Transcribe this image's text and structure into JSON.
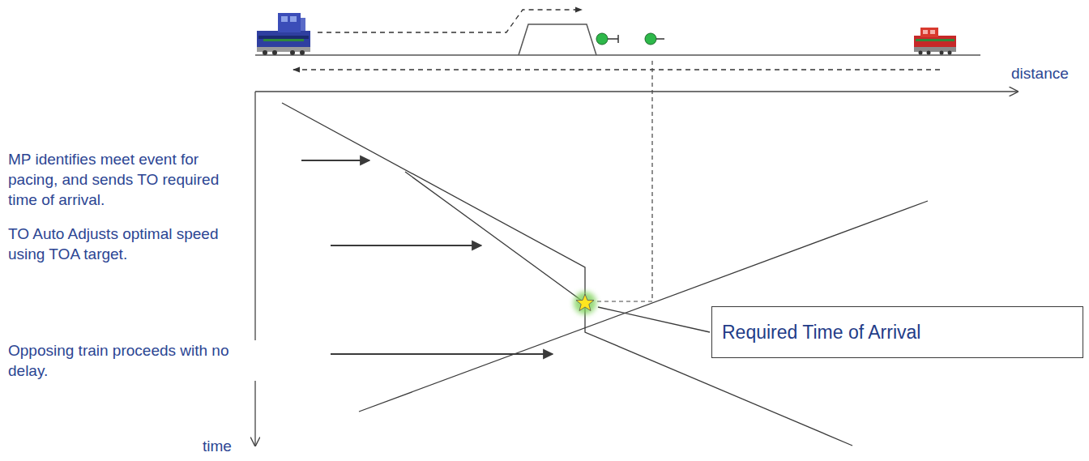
{
  "diagram": {
    "nodes": [
      {
        "text": [
          "Required Time of Arrival"
        ]
      }
    ],
    "labels": [
      "distance",
      "MP identifies meet event for pacing, and sends TO required time of arrival.",
      "TO Auto Adjusts optimal speed using TOA target.",
      "Opposing train proceeds with no delay.",
      "time"
    ]
  }
}
